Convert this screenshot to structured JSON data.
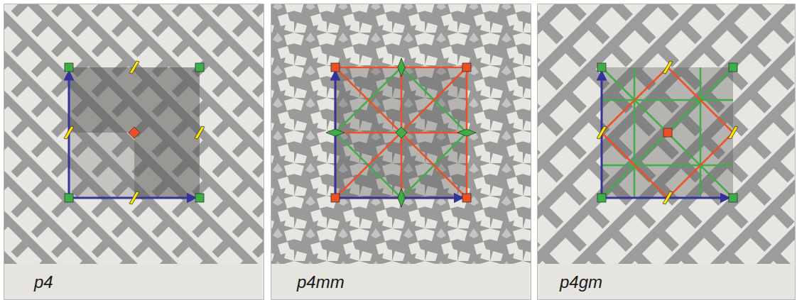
{
  "diagram": {
    "labels": [
      "p4",
      "p4mm",
      "p4gm"
    ]
  }
}
